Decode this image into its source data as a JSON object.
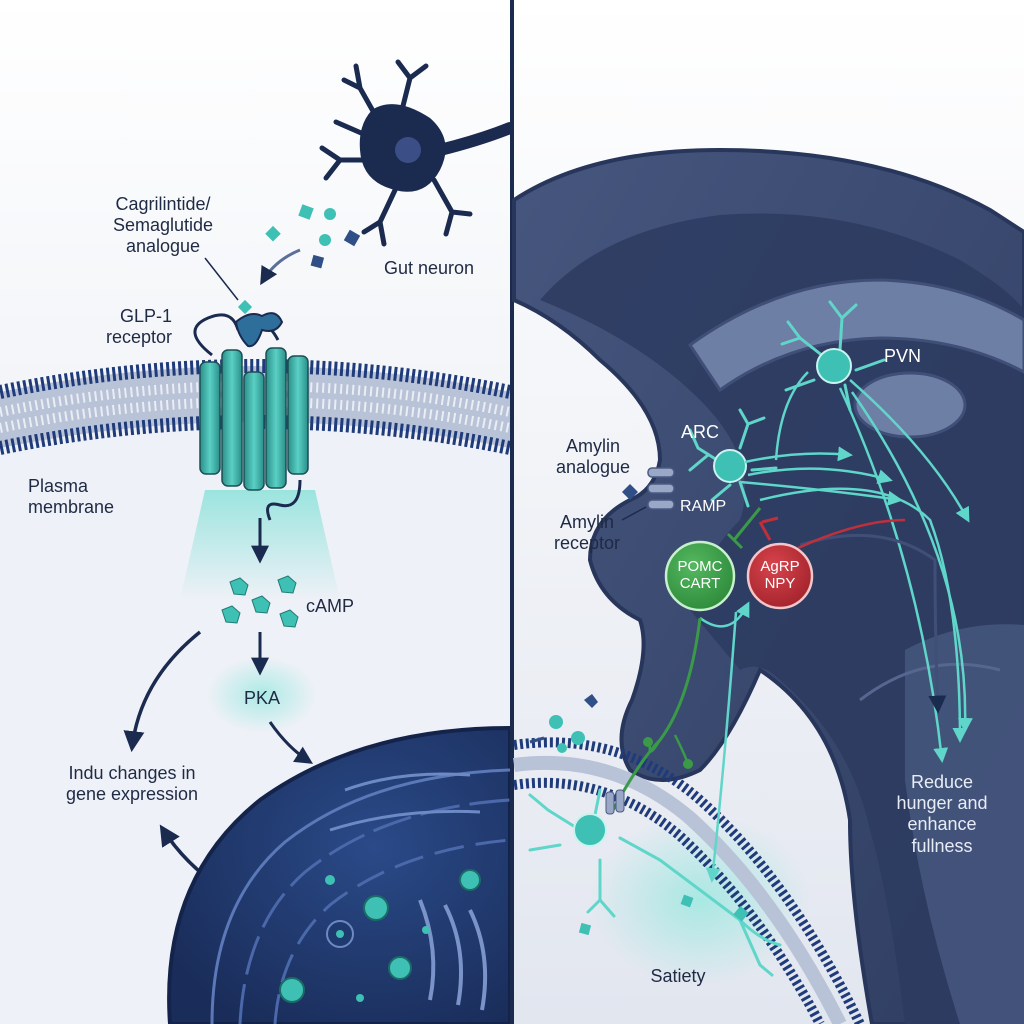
{
  "labels": {
    "analogue": "Cagrilintide/\nSemaglutide\nanalogue",
    "gut_neuron": "Gut neuron",
    "glp1": "GLP-1\nreceptor",
    "membrane": "Plasma\nmembrane",
    "camp": "cAMP",
    "pka": "PKA",
    "gene": "Indu changes in\ngene expression",
    "pvn": "PVN",
    "arc": "ARC",
    "amylin_analogue": "Amylin\nanalogue",
    "ramp": "RAMP",
    "amylin_receptor": "Amylin\nreceptor",
    "pomc": "POMC\nCART",
    "agrp": "AgRP\nNPY",
    "reduce": "Reduce\nhunger and\nenhance\nfullness",
    "satiety": "Satiety"
  },
  "colors": {
    "navy": "#1b2a4f",
    "brain": "#3a4a70",
    "teal": "#3ec1b4",
    "green": "#3a9a48",
    "red": "#c0303a",
    "background": "#f4f6fa"
  }
}
